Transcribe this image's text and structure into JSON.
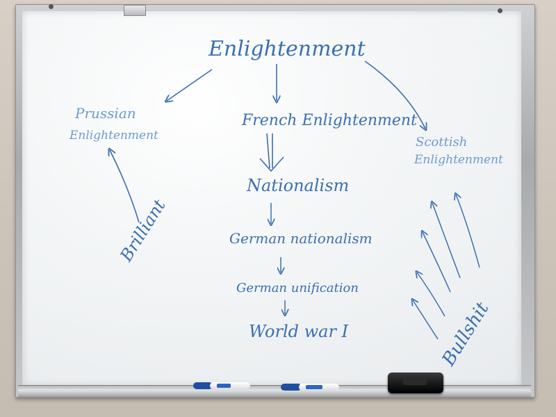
{
  "whiteboard": {
    "nodes": {
      "enlightenment": "Enlightenment",
      "prussian": [
        "Prussian",
        "Enlightenment"
      ],
      "french": "French Enlightenment",
      "scottish": [
        "Scottish",
        "Enlightenment"
      ],
      "nationalism": "Nationalism",
      "german_nationalism": "German nationalism",
      "german_unification": "German unification",
      "world_war": "World war I"
    },
    "annotations": {
      "brilliant": "Brilliant",
      "bullshit": "Bullshit"
    }
  },
  "colors": {
    "ink": "#3a6fb0",
    "ink_faded": "#6a9ccf",
    "board": "#f0f3f4",
    "frame": "#b8b9bb"
  },
  "objects": [
    "blue-marker",
    "blue-marker",
    "eraser"
  ]
}
